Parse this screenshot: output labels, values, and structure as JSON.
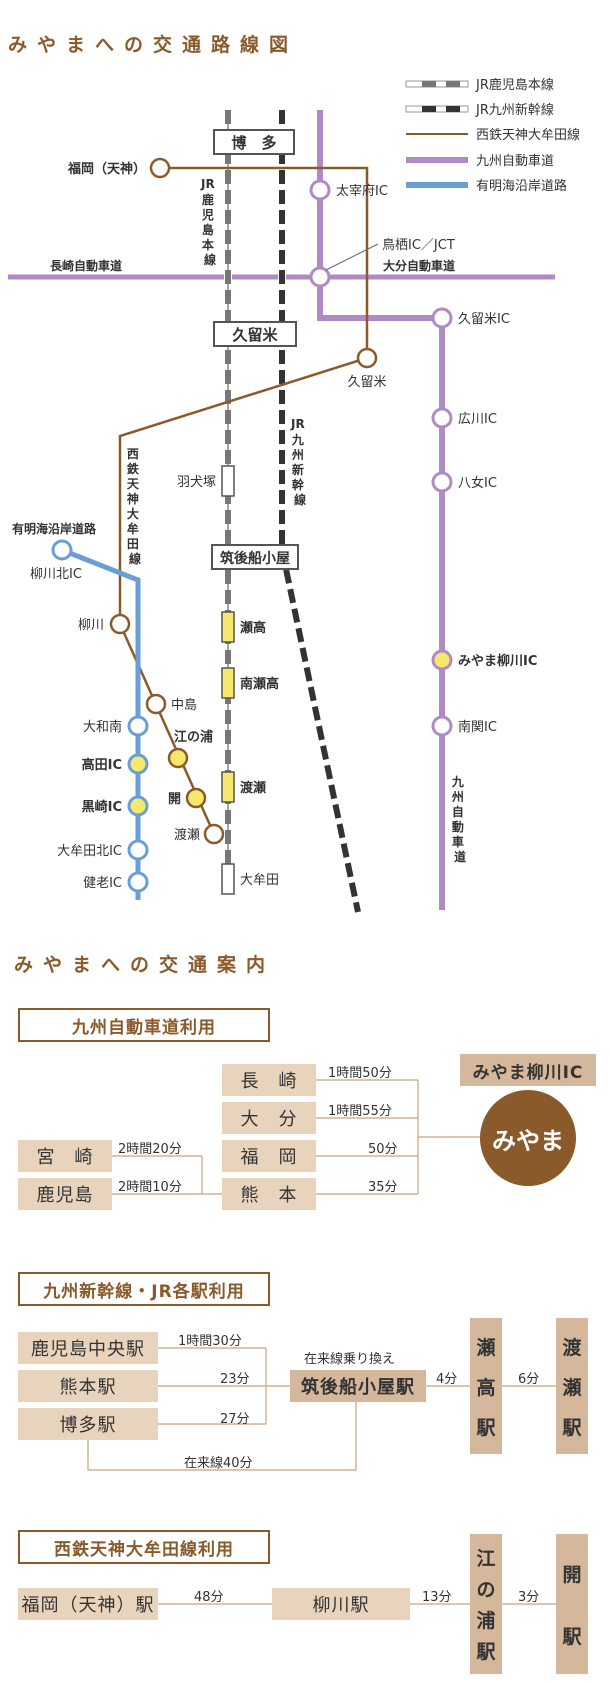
{
  "map": {
    "title": "みやまへの交通路線図",
    "legend": [
      {
        "label": "JR鹿児島本線",
        "kind": "jr-kagoshima"
      },
      {
        "label": "JR九州新幹線",
        "kind": "shinkansen"
      },
      {
        "label": "西鉄天神大牟田線",
        "kind": "nishitetsu",
        "color": "#8a5a2b"
      },
      {
        "label": "九州自動車道",
        "kind": "kyushu-expressway",
        "color": "#b08ac4"
      },
      {
        "label": "有明海沿岸道路",
        "kind": "ariake-road",
        "color": "#6a9fd6"
      }
    ],
    "stations": {
      "hakata": "博　多",
      "kurume": "久留米",
      "chikugo_funagoya": "筑後船小屋",
      "hainuzuka": "羽犬塚",
      "setaka": "瀬高",
      "minami_setaka": "南瀬高",
      "watase_jr": "渡瀬",
      "omuta": "大牟田"
    },
    "nishitetsu_stations": {
      "fukuoka_tenjin": "福岡（天神）",
      "kurume": "久留米",
      "yanagawa": "柳川",
      "nakashima": "中島",
      "enoura": "江の浦",
      "hiraki": "開",
      "watase": "渡瀬"
    },
    "expressway_ics": {
      "dazaifu": "太宰府IC",
      "tosu": "鳥栖IC／JCT",
      "kurume": "久留米IC",
      "hirokawa": "広川IC",
      "yame": "八女IC",
      "miyama_yanagawa": "みやま柳川IC",
      "nankan": "南関IC"
    },
    "ariake_ics": {
      "yanagawa_kita": "柳川北IC",
      "yamatominami": "大和南",
      "takata": "高田IC",
      "kurosaki": "黒崎IC",
      "omuta_kita": "大牟田北IC",
      "kenro": "健老IC"
    },
    "roads": {
      "nagasaki": "長崎自動車道",
      "oita": "大分自動車道",
      "ariake": "有明海沿岸道路"
    },
    "vertical_labels": {
      "jr_kagoshima": "JR鹿児島本線",
      "shinkansen": "JR九州新幹線",
      "nishitetsu": "西鉄天神大牟田線",
      "kyushu": "九州自動車道"
    }
  },
  "guide": {
    "title": "みやまへの交通案内",
    "expressway": {
      "heading": "九州自動車道利用",
      "origins": [
        "長　崎",
        "大　分",
        "福　岡",
        "熊　本"
      ],
      "far_origins": [
        "宮　崎",
        "鹿児島"
      ],
      "times": [
        "1時間50分",
        "1時間55分",
        "50分",
        "35分"
      ],
      "far_times": [
        "2時間20分",
        "2時間10分"
      ],
      "ic_label": "みやま柳川IC",
      "destination": "みやま"
    },
    "shinkansen": {
      "heading": "九州新幹線・JR各駅利用",
      "origins": [
        "鹿児島中央駅",
        "熊本駅",
        "博多駅"
      ],
      "times": [
        "1時間30分",
        "23分",
        "27分"
      ],
      "local_time": "在来線40分",
      "transfer_note": "在来線乗り換え",
      "hub": "筑後船小屋駅",
      "to_setaka": "4分",
      "setaka": [
        "瀬",
        "高",
        "駅"
      ],
      "to_watase": "6分",
      "watase": [
        "渡",
        "瀬",
        "駅"
      ]
    },
    "nishitetsu": {
      "heading": "西鉄天神大牟田線利用",
      "origin": "福岡（天神）駅",
      "to_yanagawa": "48分",
      "yanagawa": "柳川駅",
      "to_enoura": "13分",
      "enoura": [
        "江",
        "の",
        "浦",
        "駅"
      ],
      "to_hiraki": "3分",
      "hiraki": [
        "開",
        "駅"
      ]
    }
  }
}
